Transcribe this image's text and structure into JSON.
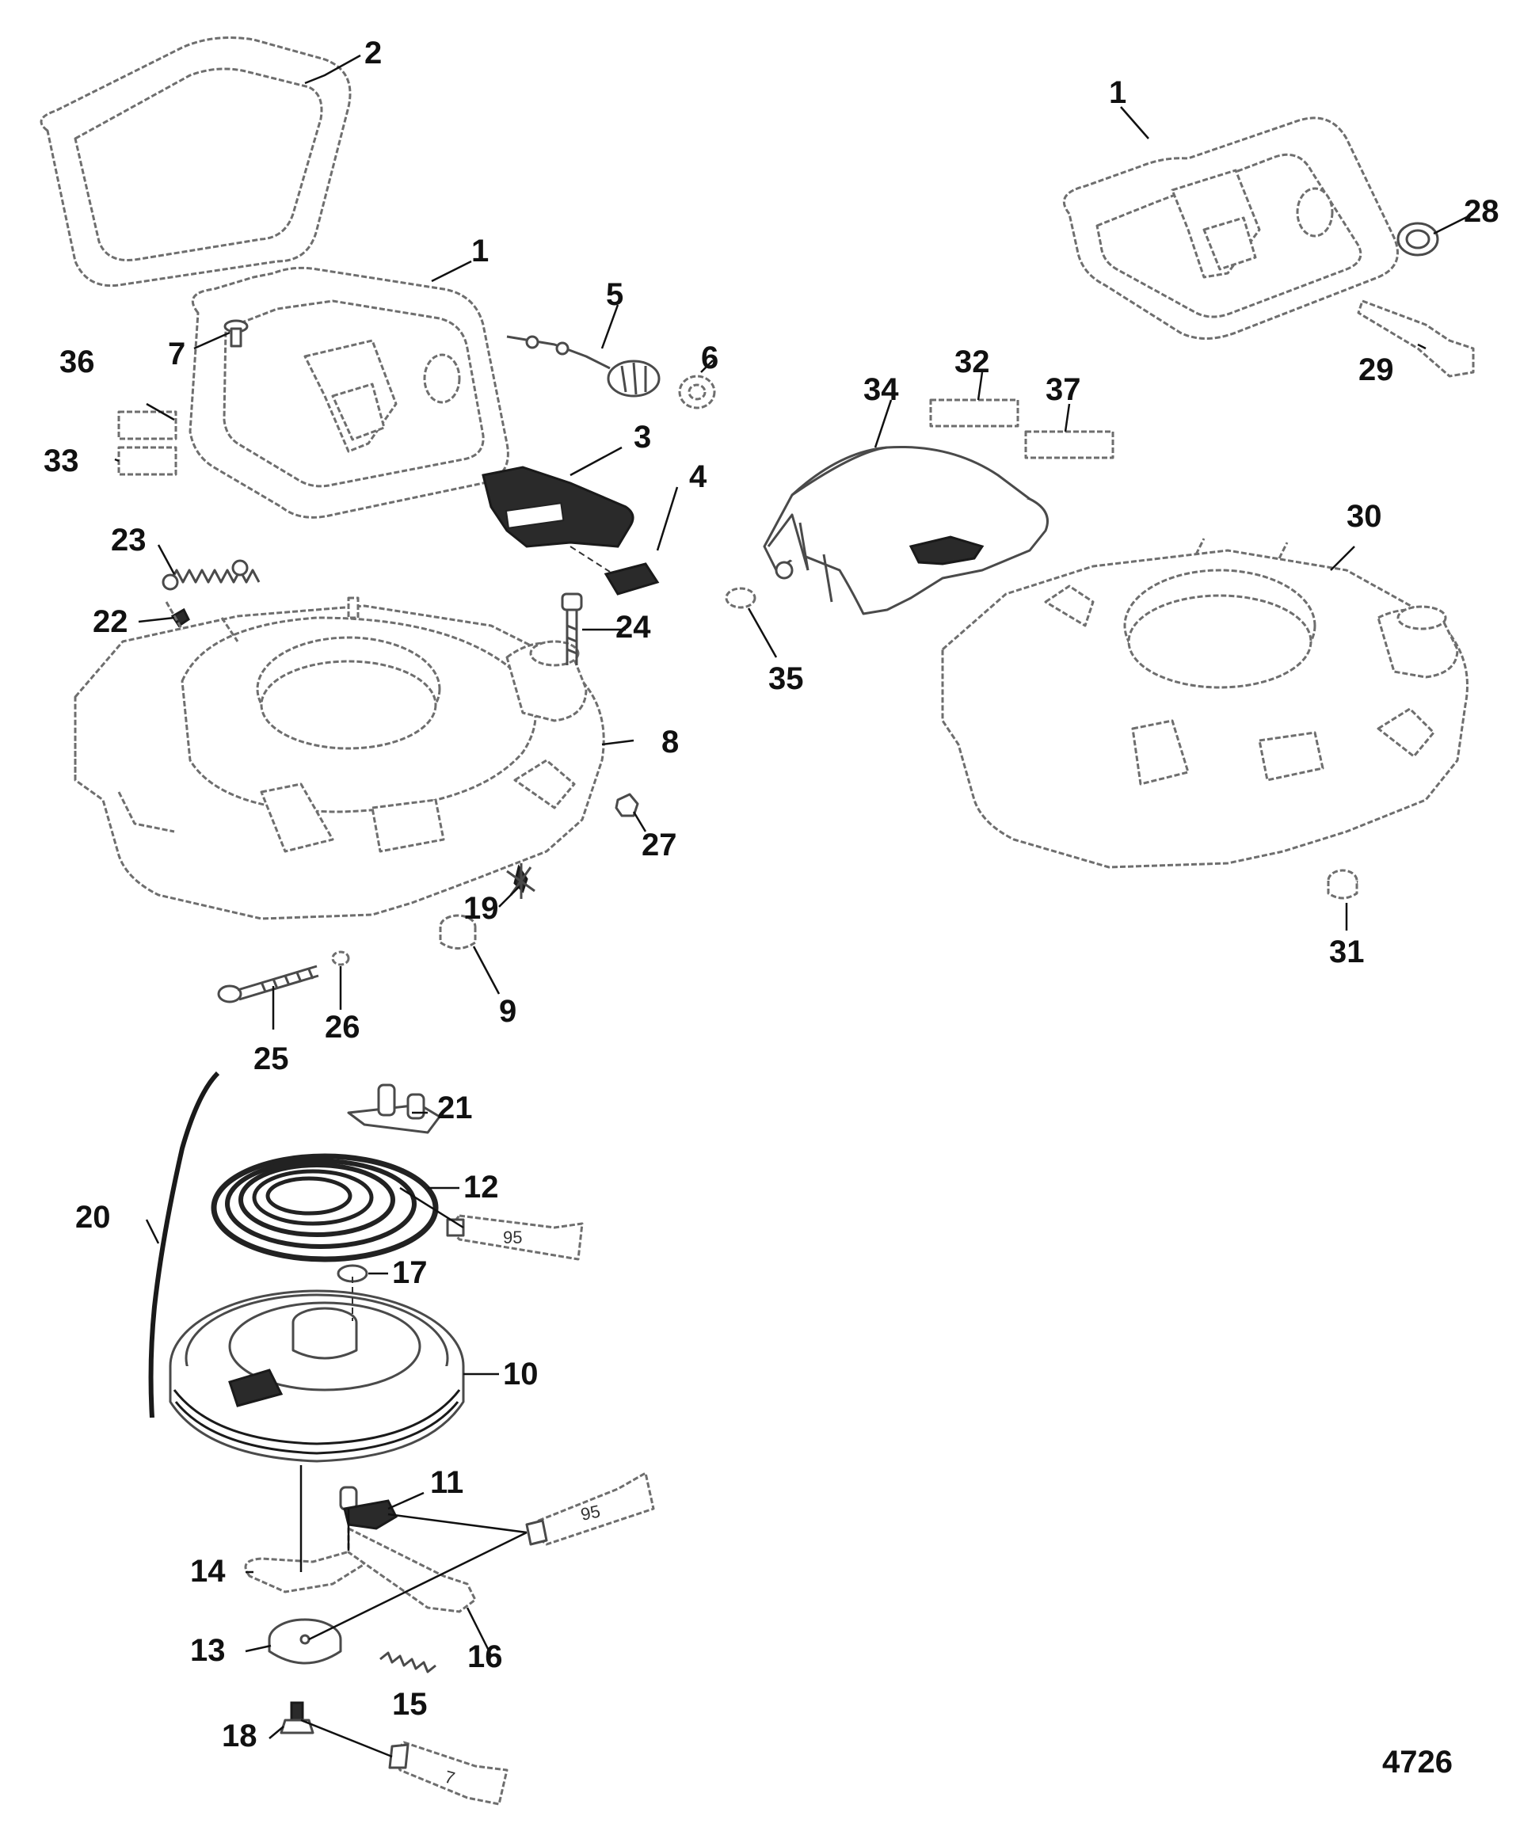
{
  "figure_number": "4726",
  "callouts": {
    "c1a": "1",
    "c1b": "1",
    "c2": "2",
    "c3": "3",
    "c4": "4",
    "c5": "5",
    "c6": "6",
    "c7": "7",
    "c8": "8",
    "c9": "9",
    "c10": "10",
    "c11": "11",
    "c12": "12",
    "c13": "13",
    "c14": "14",
    "c15": "15",
    "c16": "16",
    "c17": "17",
    "c18": "18",
    "c19": "19",
    "c20": "20",
    "c21": "21",
    "c22": "22",
    "c23": "23",
    "c24": "24",
    "c25": "25",
    "c26": "26",
    "c27": "27",
    "c28": "28",
    "c29": "29",
    "c30": "30",
    "c31": "31",
    "c32": "32",
    "c33": "33",
    "c34": "34",
    "c35": "35",
    "c36": "36",
    "c37": "37"
  },
  "lubricant_tubes": {
    "tube_a": "95",
    "tube_b": "95",
    "tube_c": "7"
  }
}
